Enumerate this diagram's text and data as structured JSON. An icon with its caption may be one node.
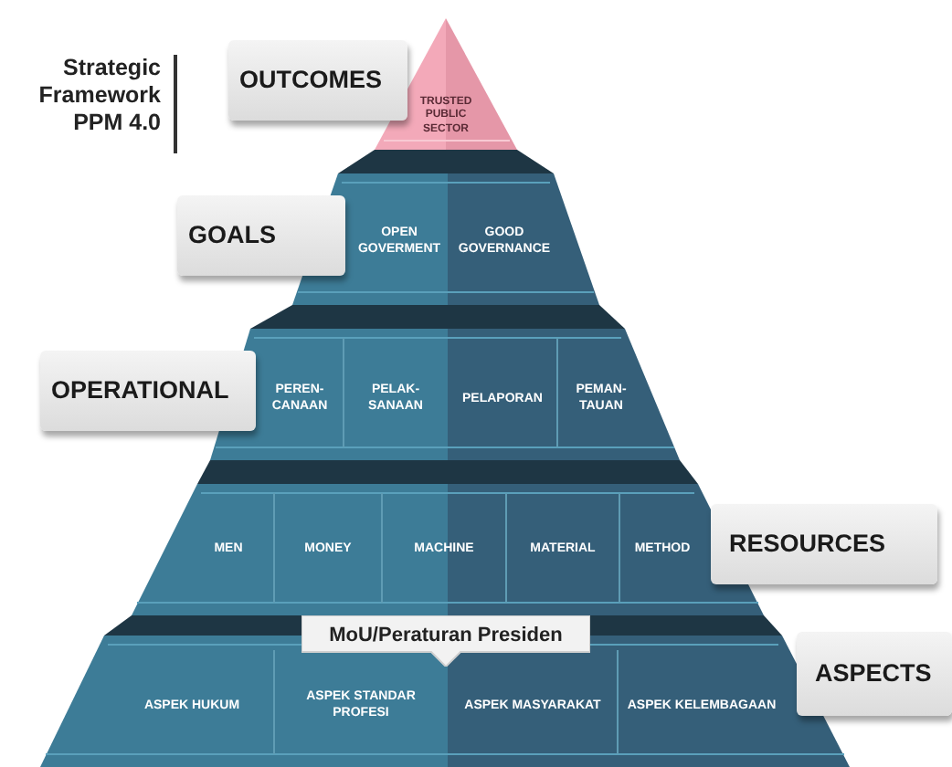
{
  "diagram": {
    "title": "Strategic Framework PPM 4.0",
    "nodes": [
      {
        "text": [
          "OUTCOMES"
        ]
      },
      {
        "text": [
          "TRUSTED PUBLIC SECTOR"
        ]
      },
      {
        "text": [
          "GOALS"
        ]
      },
      {
        "text": [
          "OPEN GOVERMENT"
        ]
      },
      {
        "text": [
          "GOOD GOVERNANCE"
        ]
      },
      {
        "text": [
          "OPERATIONAL"
        ]
      },
      {
        "text": [
          "PEREN- CANAAN"
        ]
      },
      {
        "text": [
          "PELAK- SANAAN"
        ]
      },
      {
        "text": [
          "PELAPORAN"
        ]
      },
      {
        "text": [
          "PEMAN- TAUAN"
        ]
      },
      {
        "text": [
          "MEN"
        ]
      },
      {
        "text": [
          "MONEY"
        ]
      },
      {
        "text": [
          "MACHINE"
        ]
      },
      {
        "text": [
          "MATERIAL"
        ]
      },
      {
        "text": [
          "METHOD"
        ]
      },
      {
        "text": [
          "RESOURCES"
        ]
      },
      {
        "text": [
          "MoU/Peraturan Presiden"
        ]
      },
      {
        "text": [
          "ASPEK HUKUM"
        ]
      },
      {
        "text": [
          "ASPEK STANDAR PROFESI"
        ]
      },
      {
        "text": [
          "ASPEK MASYARAKAT"
        ]
      },
      {
        "text": [
          "ASPEK KELEMBAGAAN"
        ]
      },
      {
        "text": [
          "ASPECTS"
        ]
      }
    ]
  }
}
